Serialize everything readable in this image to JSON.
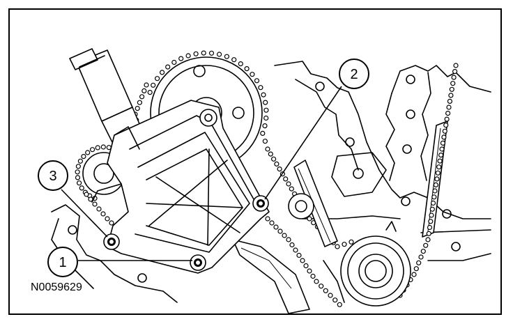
{
  "figure_id": "N0059629",
  "callouts": [
    {
      "label": "1"
    },
    {
      "label": "2"
    },
    {
      "label": "3"
    }
  ]
}
